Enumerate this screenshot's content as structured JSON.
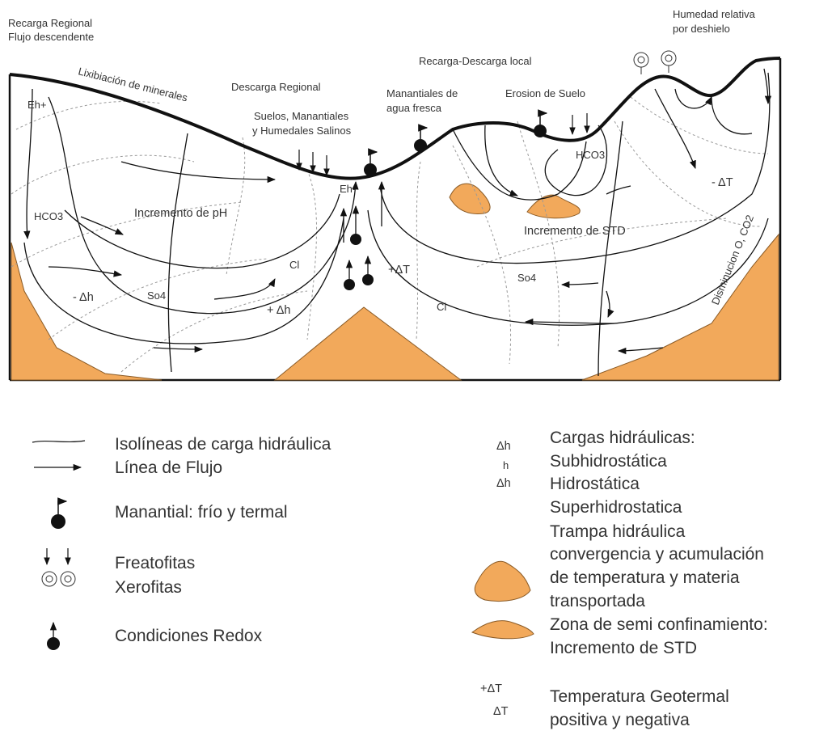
{
  "diagram": {
    "top_labels": {
      "regional_recharge_1": "Recarga Regional",
      "regional_recharge_2": "Flujo descendente",
      "humidity_1": "Humedad relativa",
      "humidity_2": "por deshielo",
      "local_recharge": "Recarga-Descarga local",
      "leaching": "Lixibiación de minerales",
      "regional_discharge": "Descarga Regional",
      "saline_1": "Suelos, Manantiales",
      "saline_2": "y Humedales Salinos",
      "springs_1": "Manantiales de",
      "springs_2": "agua fresca",
      "erosion": "Erosion de Suelo"
    },
    "inside_labels": {
      "eh_plus": "Eh+",
      "eh_minus": "Eh-",
      "hco3_left": "HCO3",
      "hco3_right": "HCO3",
      "ph": "Incremento de pH",
      "std": "Incremento de STD",
      "cl_left": "Cl",
      "cl_right": "Cl",
      "so4_left": "So4",
      "so4_right": "So4",
      "minus_dh": "- Δh",
      "plus_dh": "+ Δh",
      "plus_dt": "+ΔT",
      "minus_dt": "- ΔT",
      "o2_co2": "Disminucion O, CO2"
    },
    "colors": {
      "outline": "#111111",
      "basement": "#f2a95b",
      "isolines": "#999999"
    }
  },
  "legend_left": {
    "isolines": "Isolíneas de carga hidráulica",
    "flowline": "Línea de Flujo",
    "spring": "Manantial: frío y termal",
    "phreatophytes": "Freatofitas",
    "xerophytes": "Xerofitas",
    "redox": "Condiciones Redox"
  },
  "legend_right": {
    "heads_title": "Cargas hidráulicas:",
    "sub": "Subhidrostática",
    "hydro": "Hidrostática",
    "super": "Superhidrostatica",
    "trap_1": "Trampa hidráulica",
    "trap_2": "convergencia y acumulación",
    "trap_3": "de temperatura y materia",
    "trap_4": "transportada",
    "semi_1": "Zona de semi confinamiento:",
    "semi_2": "Incremento de STD",
    "temp_1": "Temperatura Geotermal",
    "temp_2": "positiva y negativa",
    "sym_dh1": "Δh",
    "sym_h": "h",
    "sym_dh2": "Δh",
    "sym_pdt": "+ΔT",
    "sym_dt": "ΔT"
  }
}
